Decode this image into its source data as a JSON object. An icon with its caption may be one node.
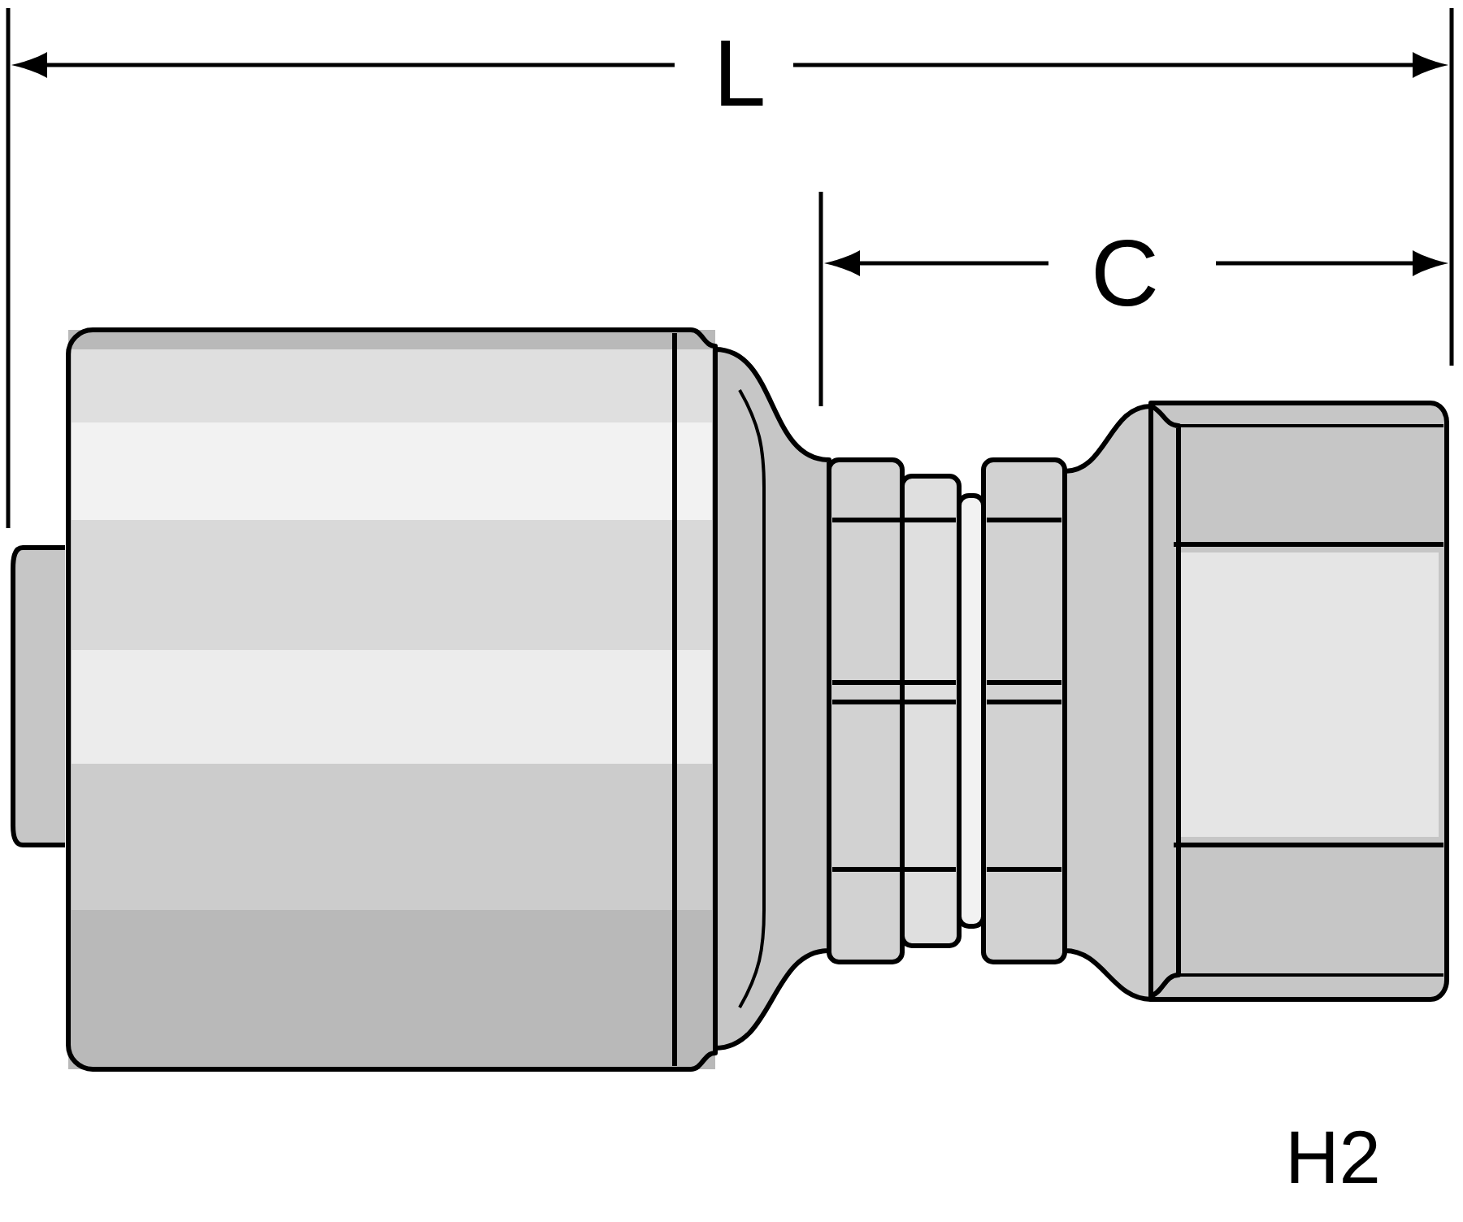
{
  "diagram": {
    "labels": [
      "L",
      "C",
      "H2"
    ]
  }
}
